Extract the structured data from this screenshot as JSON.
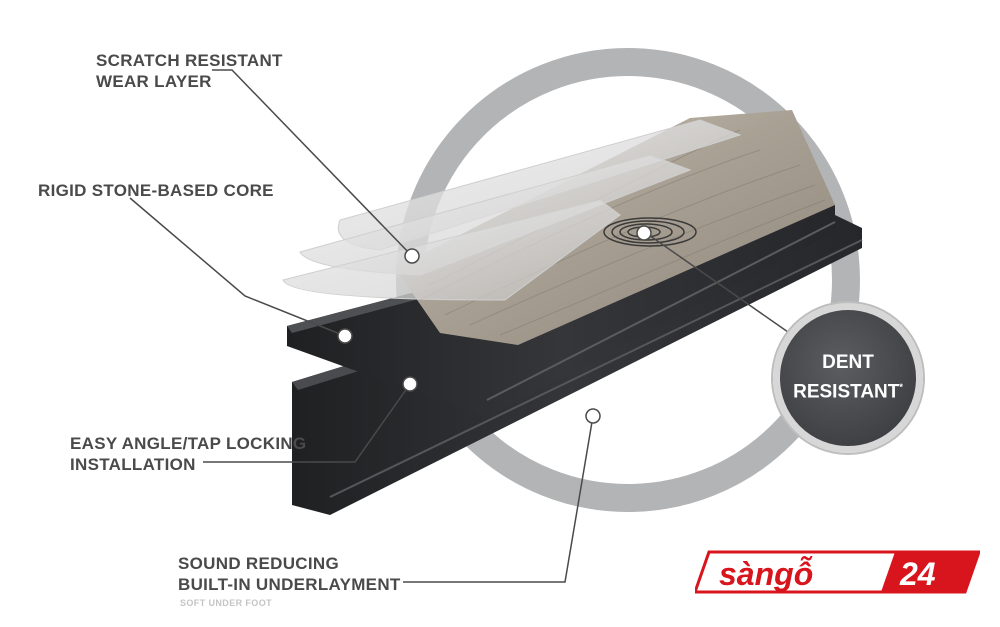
{
  "labels": {
    "wear_layer_line1": "SCRATCH RESISTANT",
    "wear_layer_line2": "WEAR LAYER",
    "core": "RIGID STONE-BASED CORE",
    "locking_line1": "EASY ANGLE/TAP LOCKING",
    "locking_line2": "INSTALLATION",
    "underlay_line1": "SOUND REDUCING",
    "underlay_line2": "BUILT-IN UNDERLAYMENT",
    "underlay_note": "SOFT UNDER FOOT"
  },
  "badge": {
    "line1": "DENT",
    "line2": "RESISTANT",
    "mark": "*"
  },
  "logo": {
    "text": "sàngỗ",
    "number": "24"
  },
  "colors": {
    "ring": "#b3b4b6",
    "text": "#4a4a4a",
    "board_dark": "#2a2b2d",
    "wood": "#a69e92",
    "badge": "#45474a",
    "brand_red": "#d8141d"
  },
  "icons": [
    "target-ring-icon"
  ]
}
